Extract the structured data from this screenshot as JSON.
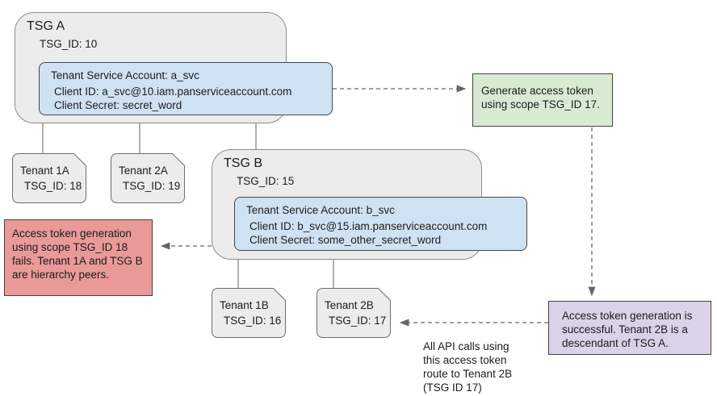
{
  "colors": {
    "bg": "#ffffff",
    "text": "#1c1c1c",
    "connector": "#666666",
    "tsg-fill": "#ececec",
    "tsg-border": "#8c8c8c",
    "tenant-fill": "#ececec",
    "tenant-border": "#6e6e6e",
    "svc-fill": "#cfe2f3",
    "svc-border": "#474747",
    "green-fill": "#d9ead3",
    "red-fill": "#ea9999",
    "purple-fill": "#d9d2e9",
    "callout-border": "#424242"
  },
  "tsg_a": {
    "title": "TSG A",
    "id_label": "TSG_ID: 10"
  },
  "svc_a": {
    "title": "Tenant Service Account: a_svc",
    "client_id": "Client ID: a_svc@10.iam.panserviceaccount.com",
    "client_secret": "Client Secret: secret_word"
  },
  "tsg_b": {
    "title": "TSG B",
    "id_label": "TSG_ID: 15"
  },
  "svc_b": {
    "title": "Tenant Service Account: b_svc",
    "client_id": "Client ID: b_svc@15.iam.panserviceaccount.com",
    "client_secret": "Client Secret: some_other_secret_word"
  },
  "tenants": {
    "t1a": {
      "name": "Tenant 1A",
      "id_label": "TSG_ID: 18"
    },
    "t2a": {
      "name": "Tenant 2A",
      "id_label": "TSG_ID: 19"
    },
    "t1b": {
      "name": "Tenant 1B",
      "id_label": "TSG_ID: 16"
    },
    "t2b": {
      "name": "Tenant 2B",
      "id_label": "TSG_ID: 17"
    }
  },
  "callouts": {
    "generate": "Generate access token\nusing scope TSG_ID 17.",
    "fails": "Access token generation\nusing scope TSG_ID 18\nfails. Tenant 1A and TSG B\nare hierarchy peers.",
    "success": "Access token generation is\nsuccessful. Tenant 2B is a\ndescendant of TSG A.",
    "route_note": "All API calls using\nthis access token\nroute to Tenant 2B\n(TSG ID 17)"
  }
}
